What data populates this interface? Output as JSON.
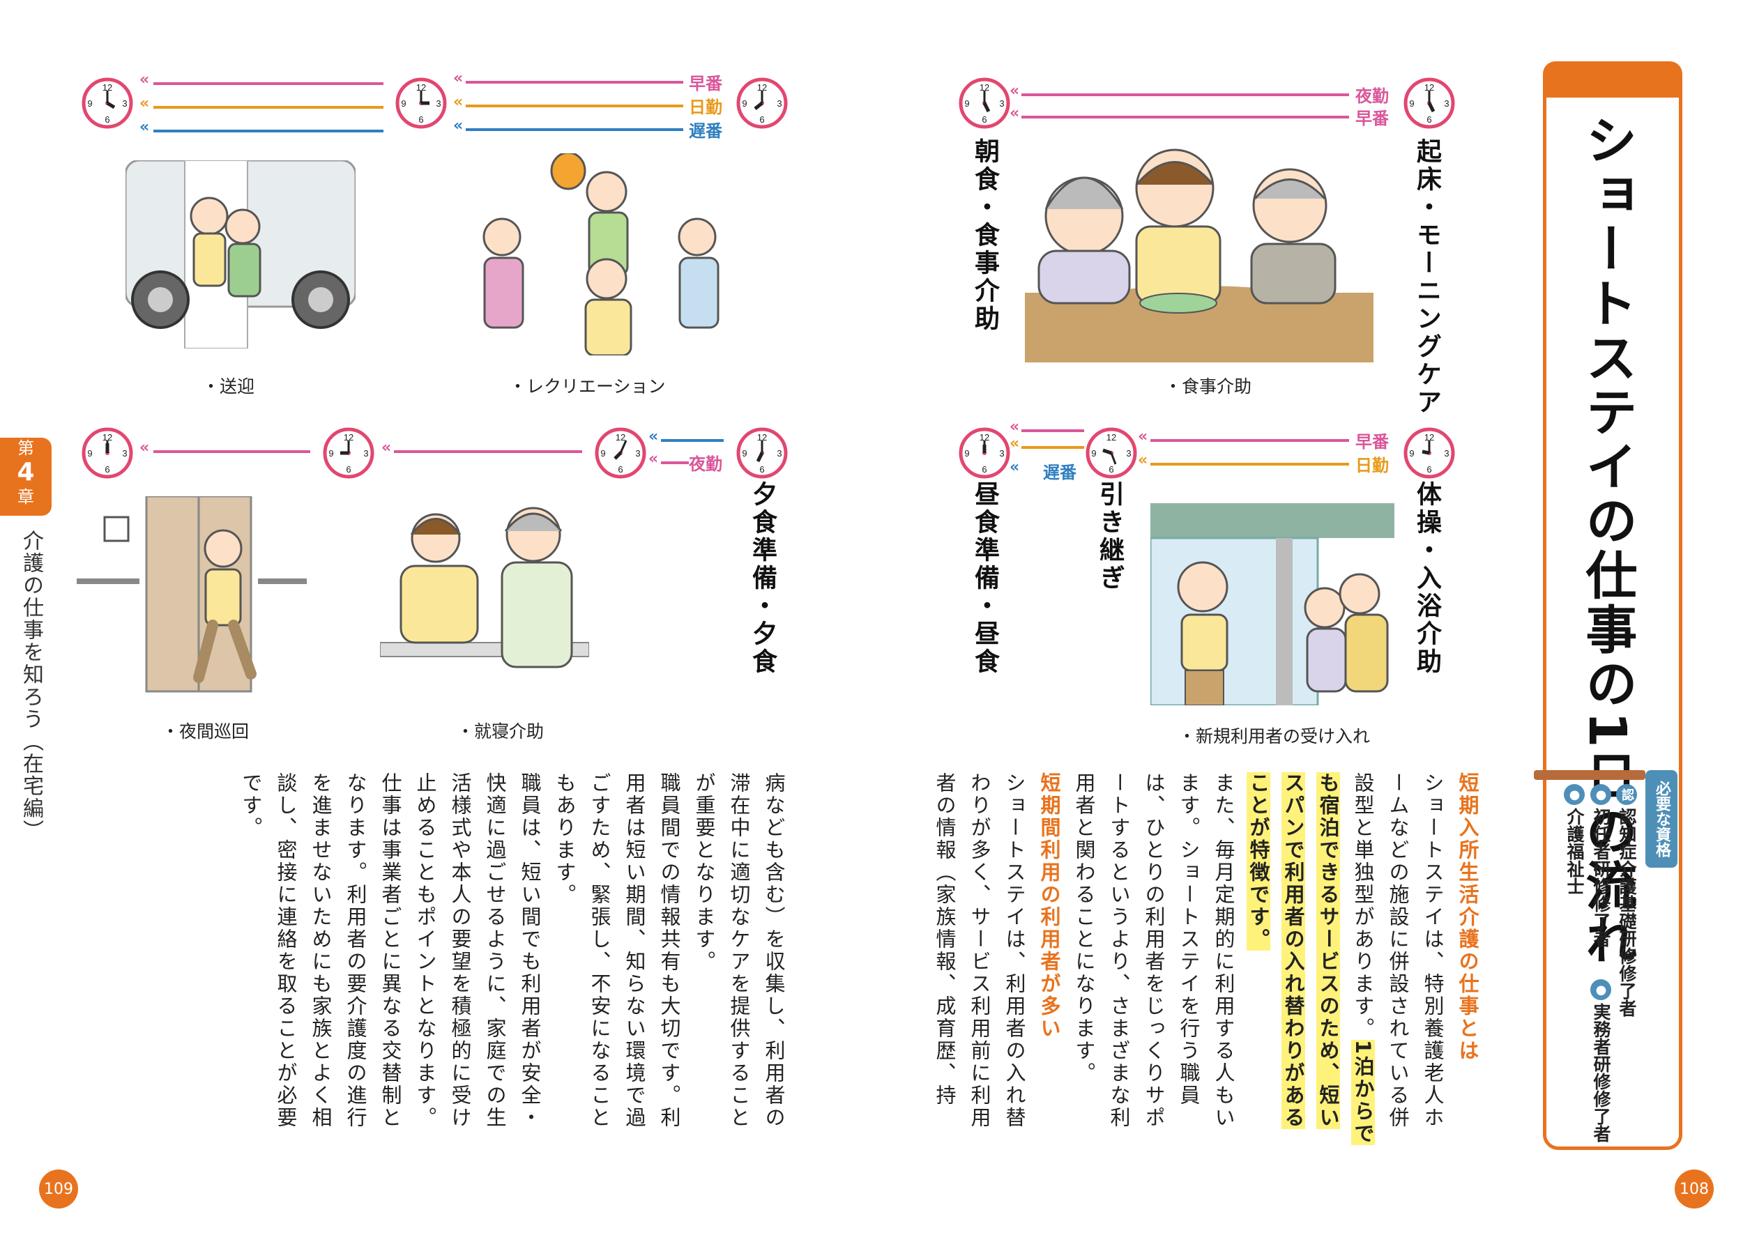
{
  "title": "ショートステイの仕事の1日の流れ",
  "qualification": {
    "label": "必要な資格",
    "items": [
      {
        "badge": "認",
        "text": "認知症介護基礎研修修了者"
      },
      {
        "badge": "",
        "text": "初任者研修修了者"
      },
      {
        "badge": "",
        "text": "実務者研修修了者"
      },
      {
        "badge": "",
        "text": "介護福祉士"
      }
    ]
  },
  "chapter": {
    "prefix": "第",
    "number": "4",
    "suffix": "章",
    "side_title": "介護の仕事を知ろう（在宅編）"
  },
  "pages": {
    "left": "109",
    "right": "108"
  },
  "clock_numbers": {
    "n12": "12",
    "n3": "3",
    "n6": "6",
    "n9": "9"
  },
  "shifts": {
    "early": "早番",
    "day": "日勤",
    "late": "遅番",
    "night": "夜勤"
  },
  "activities": {
    "wakeup": "起床・モーニングケア",
    "breakfast": "朝食・食事介助",
    "exercise": "体操・入浴介助",
    "handover": "引き継ぎ",
    "lunch": "昼食準備・昼食",
    "dinner": "夕食準備・夕食"
  },
  "captions": {
    "meal": "・食事介助",
    "pickup": "・送迎",
    "recreation": "・レクリエーション",
    "newuser": "・新規利用者の受け入れ",
    "patrol": "・夜間巡回",
    "bedtime": "・就寝介助"
  },
  "right_text": {
    "heading1": "短期入所生活介護の仕事とは",
    "p1": "ショートステイは、特別養護老人ホームなどの施設に併設されている併設型と単独型があります。",
    "p1_hl": "1泊からでも宿泊できるサービスのため、短いスパンで利用者の入れ替わりがあることが特徴です。",
    "p2": "また、毎月定期的に利用する人もいます。ショートステイを行う職員は、ひとりの利用者をじっくりサポートするというより、さまざまな利用者と関わることになります。",
    "heading2": "短期間利用の利用者が多い",
    "p3": "ショートステイは、利用者の入れ替わりが多く、サービス利用前に利用者の情報（家族情報、成育歴、持"
  },
  "left_text": {
    "p1": "病なども含む）を収集し、利用者の滞在中に適切なケアを提供することが重要となります。",
    "p2": "職員間での情報共有も大切です。利用者は短い期間、知らない環境で過ごすため、緊張し、不安になることもあります。",
    "p3": "職員は、短い間でも利用者が安全・快適に過ごせるように、家庭での生活様式や本人の要望を積極的に受け止めることもポイントとなります。",
    "p4": "仕事は事業者ごとに異なる交替制となります。利用者の要介護度の進行を進ませないためにも家族とよく相談し、密接に連絡を取ることが必要です。"
  },
  "colors": {
    "accent": "#e8731e",
    "clock": "#e2476f",
    "early": "#d9579a",
    "day": "#e89a1a",
    "late": "#2f7fc0",
    "night": "#d9579a"
  }
}
